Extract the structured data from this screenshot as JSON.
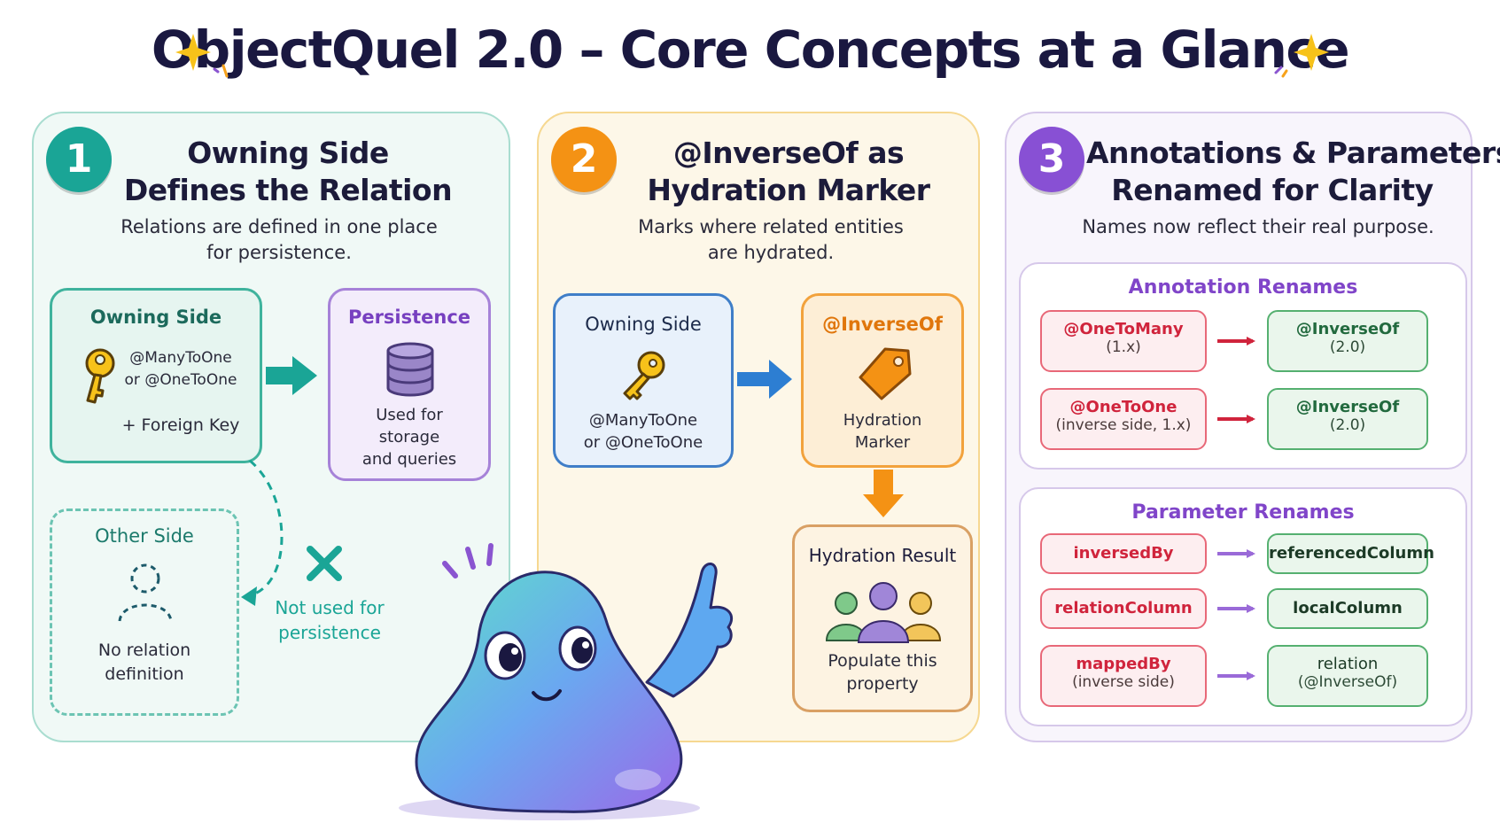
{
  "title": "ObjectQuel 2.0 – Core Concepts at a Glance",
  "colors": {
    "teal": "#1aa596",
    "orange": "#f49214",
    "purple": "#8850d4",
    "red": "#d0243c",
    "green": "#226a3e",
    "navy": "#1a1840"
  },
  "panel1": {
    "number": "1",
    "heading": [
      "Owning Side",
      "Defines the Relation"
    ],
    "subtitle": [
      "Relations are defined in one place",
      "for persistence."
    ],
    "owning_box": {
      "title": "Owning Side",
      "icon": "key-icon",
      "lines": [
        "@ManyToOne",
        "or @OneToOne"
      ],
      "extra": "+ Foreign Key"
    },
    "persistence_box": {
      "title": "Persistence",
      "icon": "database-icon",
      "lines": [
        "Used for",
        "storage",
        "and queries"
      ]
    },
    "other_box": {
      "title": "Other Side",
      "icon": "person-outline-icon",
      "lines": [
        "No relation",
        "definition"
      ]
    },
    "not_used": [
      "Not used for",
      "persistence"
    ]
  },
  "panel2": {
    "number": "2",
    "heading": [
      "@InverseOf as",
      "Hydration Marker"
    ],
    "subtitle": [
      "Marks where related entities",
      "are hydrated."
    ],
    "owning_box": {
      "title": "Owning Side",
      "icon": "key-icon",
      "lines": [
        "@ManyToOne",
        "or @OneToOne"
      ]
    },
    "inverse_box": {
      "title": "@InverseOf",
      "icon": "tag-icon",
      "lines": [
        "Hydration",
        "Marker"
      ]
    },
    "result_box": {
      "title": "Hydration Result",
      "icon": "users-icon",
      "lines": [
        "Populate this",
        "property"
      ]
    }
  },
  "panel3": {
    "number": "3",
    "heading": [
      "Annotations & Parameters",
      "Renamed for Clarity"
    ],
    "subtitle": "Names now reflect their real purpose.",
    "annotation_renames": {
      "title": "Annotation Renames",
      "rows": [
        {
          "old": "@OneToMany",
          "old_note": "(1.x)",
          "new": "@InverseOf",
          "new_note": "(2.0)"
        },
        {
          "old": "@OneToOne",
          "old_note": "(inverse side, 1.x)",
          "new": "@InverseOf",
          "new_note": "(2.0)"
        }
      ]
    },
    "parameter_renames": {
      "title": "Parameter Renames",
      "rows": [
        {
          "old": "inversedBy",
          "old_note": "",
          "new": "referencedColumn",
          "new_note": ""
        },
        {
          "old": "relationColumn",
          "old_note": "",
          "new": "localColumn",
          "new_note": ""
        },
        {
          "old": "mappedBy",
          "old_note": "(inverse side)",
          "new": "relation",
          "new_note": "(@InverseOf)"
        }
      ]
    }
  },
  "mascot": {
    "icon": "blob-mascot-pointing-icon"
  }
}
